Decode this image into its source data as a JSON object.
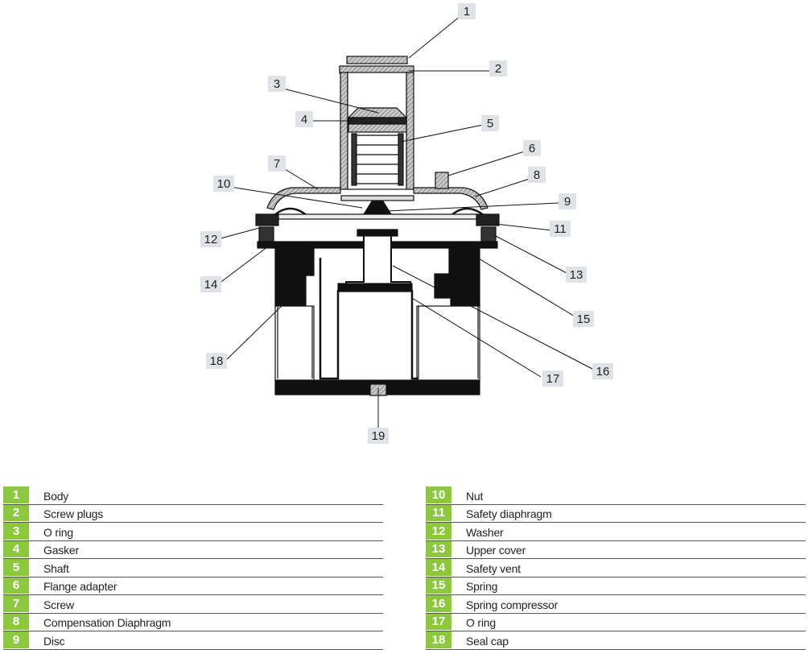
{
  "callouts": [
    "1",
    "2",
    "3",
    "4",
    "5",
    "6",
    "7",
    "8",
    "9",
    "10",
    "11",
    "12",
    "13",
    "14",
    "15",
    "16",
    "17",
    "18",
    "19"
  ],
  "legend": {
    "left": [
      {
        "num": "1",
        "label": "Body"
      },
      {
        "num": "2",
        "label": "Screw plugs"
      },
      {
        "num": "3",
        "label": "O ring"
      },
      {
        "num": "4",
        "label": "Gasker"
      },
      {
        "num": "5",
        "label": "Shaft"
      },
      {
        "num": "6",
        "label": "Flange adapter"
      },
      {
        "num": "7",
        "label": "Screw"
      },
      {
        "num": "8",
        "label": "Compensation Diaphragm"
      },
      {
        "num": "9",
        "label": "Disc"
      }
    ],
    "right": [
      {
        "num": "10",
        "label": "Nut"
      },
      {
        "num": "11",
        "label": "Safety diaphragm"
      },
      {
        "num": "12",
        "label": "Washer"
      },
      {
        "num": "13",
        "label": "Upper  cover"
      },
      {
        "num": "14",
        "label": "Safety vent"
      },
      {
        "num": "15",
        "label": "Spring"
      },
      {
        "num": "16",
        "label": "Spring compressor"
      },
      {
        "num": "17",
        "label": "O ring"
      },
      {
        "num": "18",
        "label": "Seal cap"
      }
    ]
  },
  "colors": {
    "legend_green": "#8dc63f",
    "callout_box": "#dfe2e7",
    "line": "#111111"
  }
}
